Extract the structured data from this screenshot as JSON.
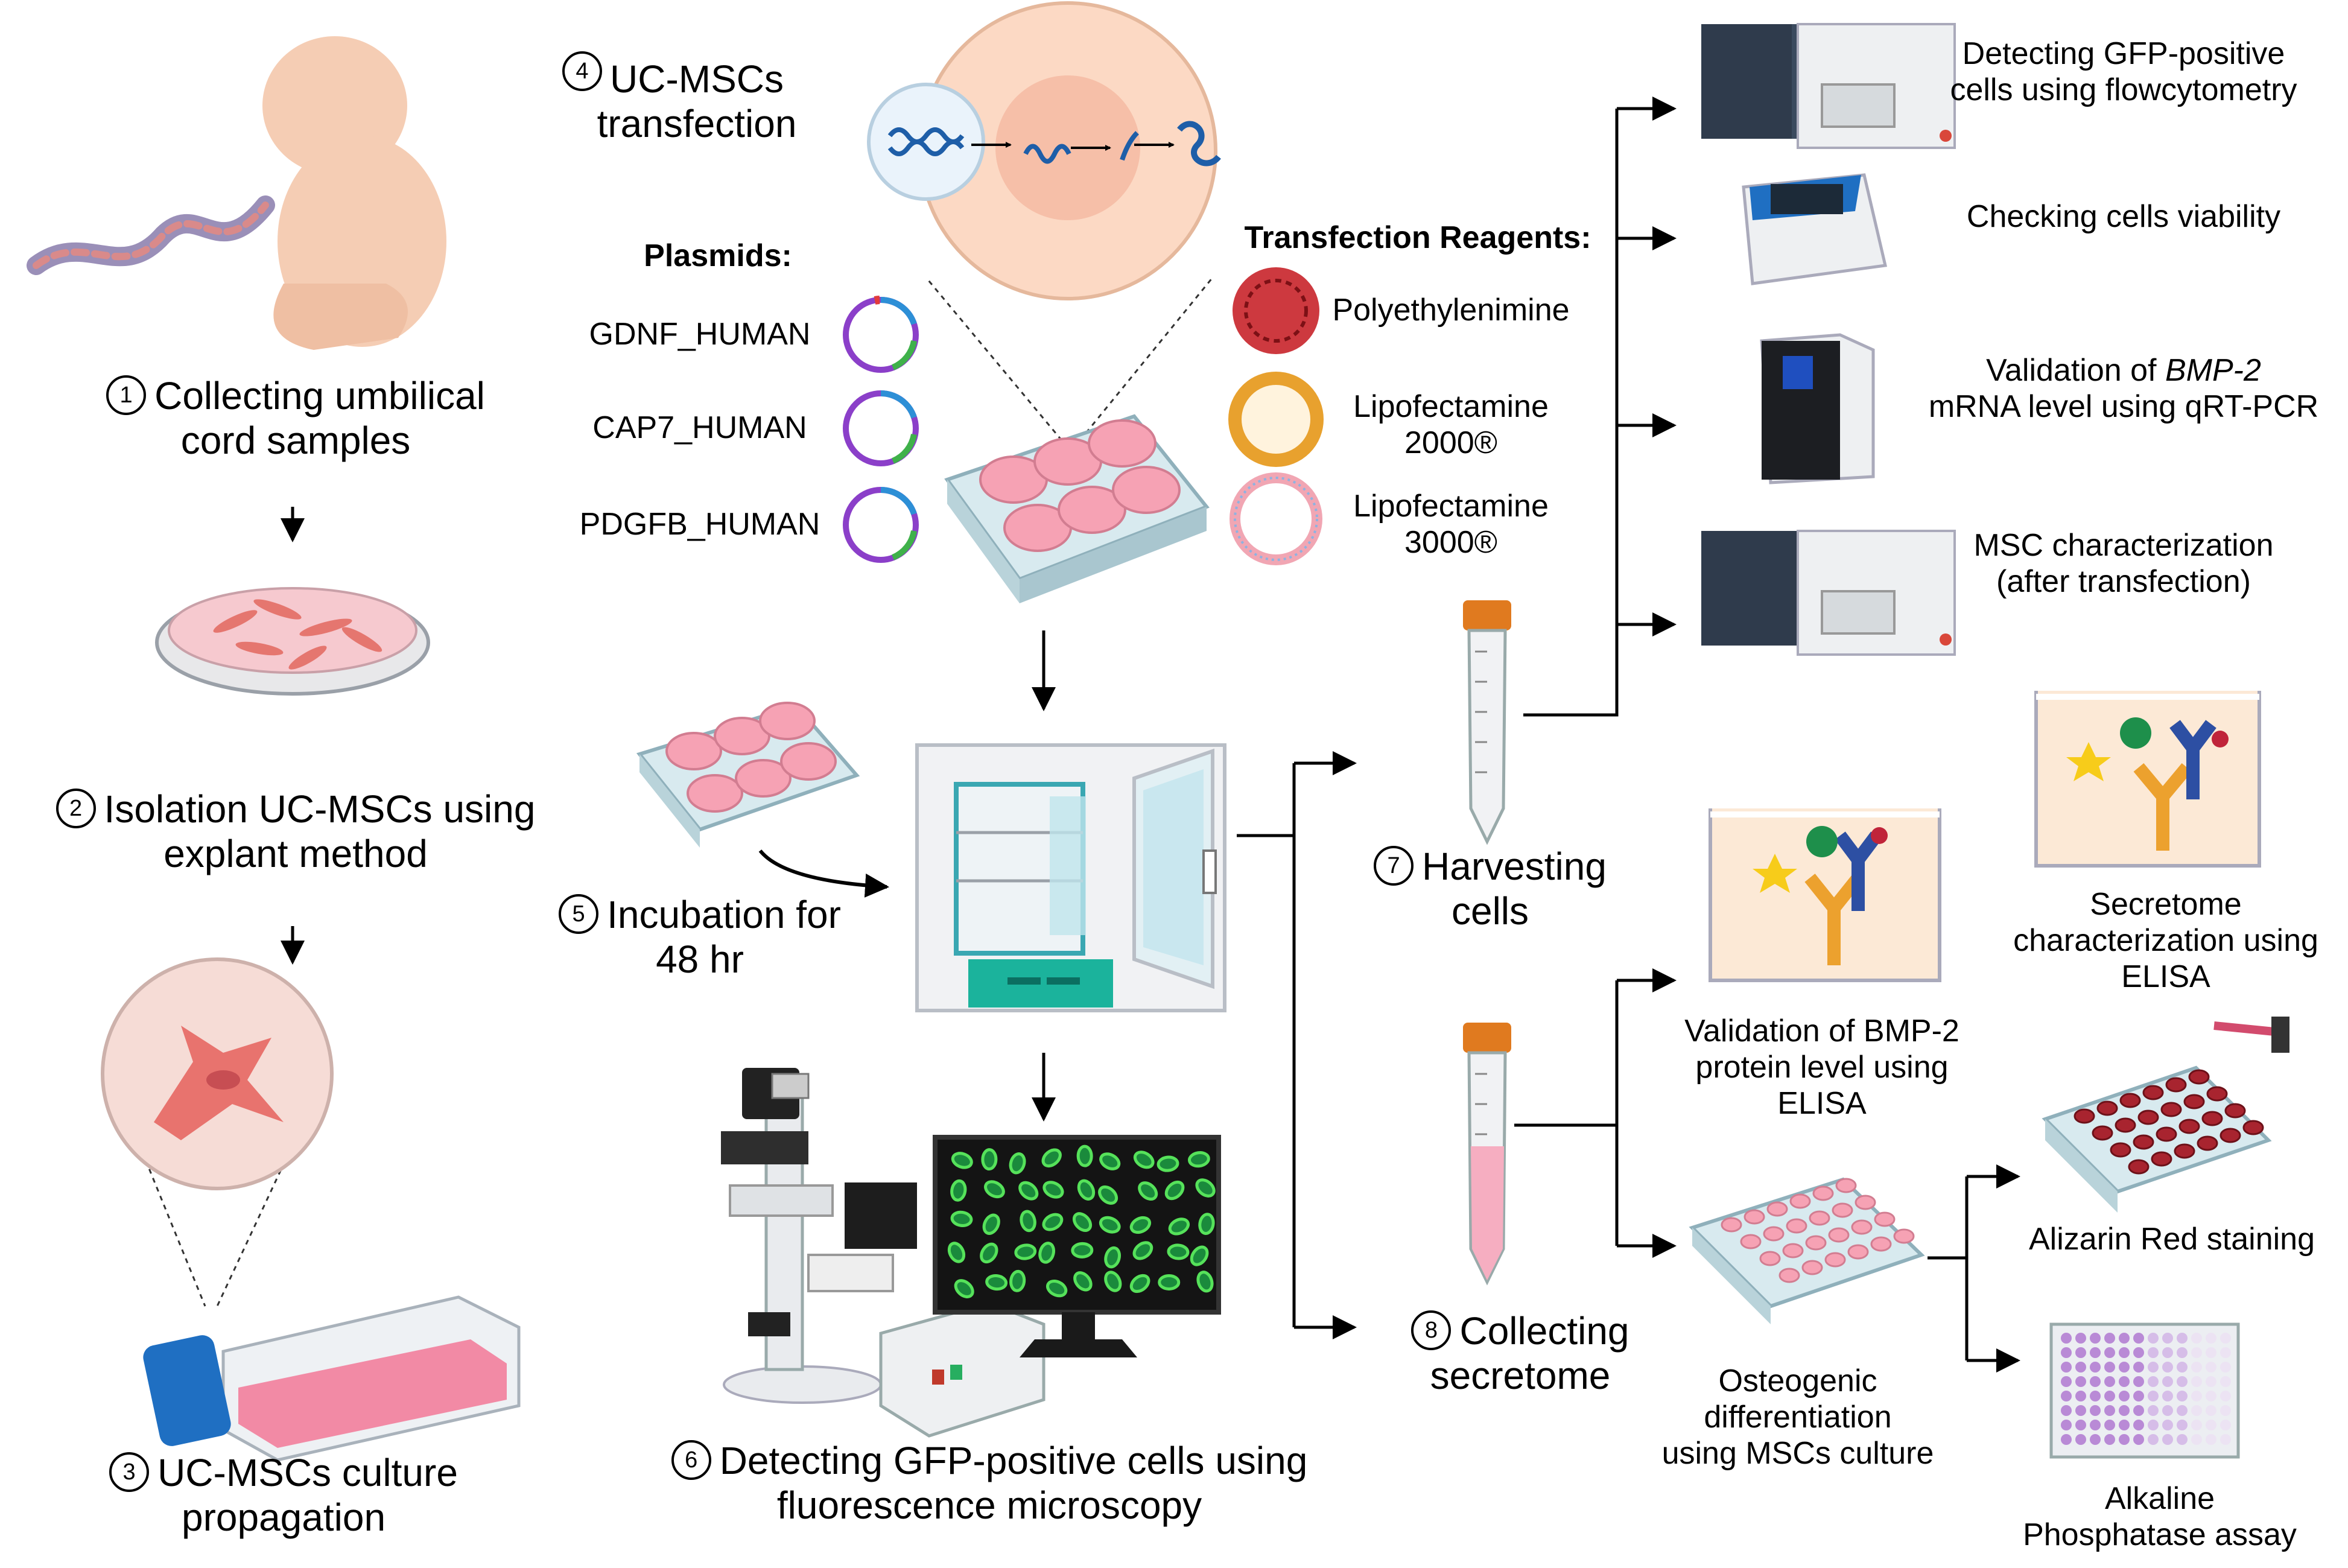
{
  "steps": {
    "s1": {
      "num": "1",
      "line1": "Collecting umbilical",
      "line2": "cord samples"
    },
    "s2": {
      "num": "2",
      "line1": "Isolation UC-MSCs using",
      "line2": "explant method"
    },
    "s3": {
      "num": "3",
      "line1": "UC-MSCs culture",
      "line2": "propagation"
    },
    "s4": {
      "num": "4",
      "line1": "UC-MSCs",
      "line2": "transfection"
    },
    "s5": {
      "num": "5",
      "line1": "Incubation for",
      "line2": "48 hr"
    },
    "s6": {
      "num": "6",
      "line1": "Detecting GFP-positive cells using",
      "line2": "fluorescence microscopy"
    },
    "s7": {
      "num": "7",
      "line1": "Harvesting",
      "line2": "cells"
    },
    "s8": {
      "num": "8",
      "line1": "Collecting",
      "line2": "secretome"
    }
  },
  "plasmids": {
    "header": "Plasmids:",
    "items": [
      "GDNF_HUMAN",
      "CAP7_HUMAN",
      "PDGFB_HUMAN"
    ]
  },
  "reagents": {
    "header": "Transfection Reagents:",
    "r1": "Polyethylenimine",
    "r2a": "Lipofectamine",
    "r2b": "2000®",
    "r3a": "Lipofectamine",
    "r3b": "3000®"
  },
  "outputs": {
    "flow1": "Detecting GFP-positive",
    "flow2": "cells using flowcytometry",
    "viability": "Checking cells viability",
    "qpcr1a": "Validation of ",
    "qpcr1b": "BMP-2",
    "qpcr2": "mRNA level using qRT-PCR",
    "msc1": "MSC characterization",
    "msc2": "(after transfection)",
    "secretome1": "Secretome",
    "secretome2": "characterization using",
    "secretome3": "ELISA",
    "bmp1": "Validation of BMP-2",
    "bmp2": "protein level using",
    "bmp3": "ELISA",
    "osteo1": "Osteogenic",
    "osteo2": "differentiation",
    "osteo3": "using MSCs culture",
    "alizarin": "Alizarin Red staining",
    "alp1": "Alkaline",
    "alp2": "Phosphatase assay"
  },
  "colors": {
    "pink": "#f28aa5",
    "flask_blue": "#1f6fc2",
    "tube_cap": "#e07a1f",
    "machine_dark": "#2f3b4c",
    "gfp_green": "#39c13d",
    "alizarin": "#a8242f",
    "alp_purple": "#b98ad6"
  }
}
